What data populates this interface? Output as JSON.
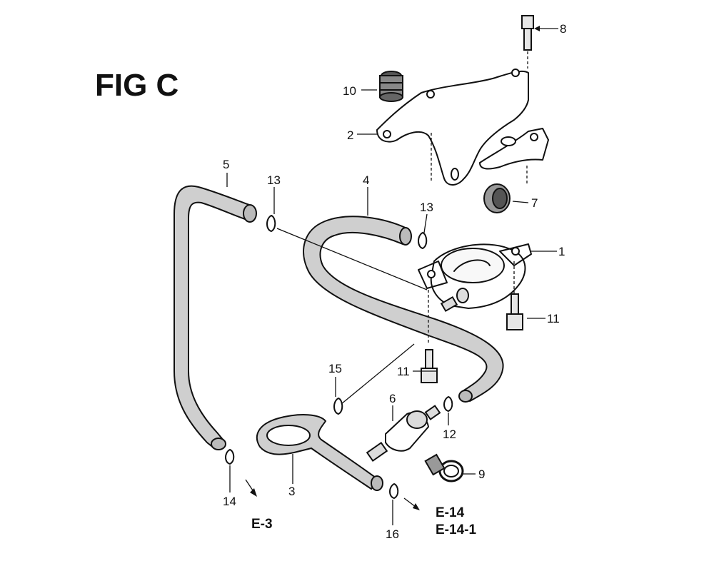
{
  "figure_title": "FIG C",
  "part_numbers": {
    "p1": "1",
    "p2": "2",
    "p3": "3",
    "p4": "4",
    "p5": "5",
    "p6": "6",
    "p7": "7",
    "p8": "8",
    "p9": "9",
    "p10": "10",
    "p11a": "11",
    "p11b": "11",
    "p12": "12",
    "p13a": "13",
    "p13b": "13",
    "p14": "14",
    "p15": "15",
    "p16": "16"
  },
  "references": {
    "left": "E-3",
    "right_top": "E-14",
    "right_bottom": "E-14-1"
  }
}
